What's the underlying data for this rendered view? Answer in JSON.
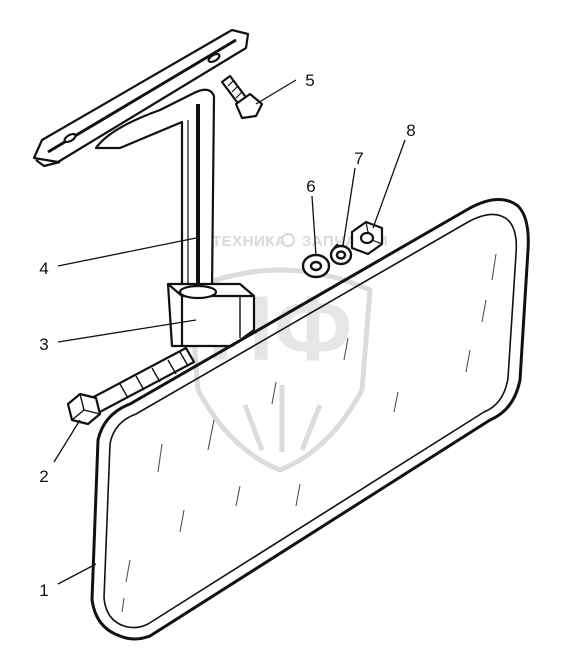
{
  "watermark": {
    "left_text": "ТЕХНИКА",
    "right_text": "ЗАПЧАСТИ",
    "monogram": "ПФ"
  },
  "callouts": [
    {
      "label": "1",
      "part": "mirror"
    },
    {
      "label": "2",
      "part": "bolt"
    },
    {
      "label": "3",
      "part": "clamp bracket"
    },
    {
      "label": "4",
      "part": "mirror holder"
    },
    {
      "label": "5",
      "part": "screw"
    },
    {
      "label": "6",
      "part": "washer"
    },
    {
      "label": "7",
      "part": "spring washer"
    },
    {
      "label": "8",
      "part": "nut"
    }
  ],
  "colors": {
    "line": "#111111",
    "watermark": "#dcdcdc"
  }
}
